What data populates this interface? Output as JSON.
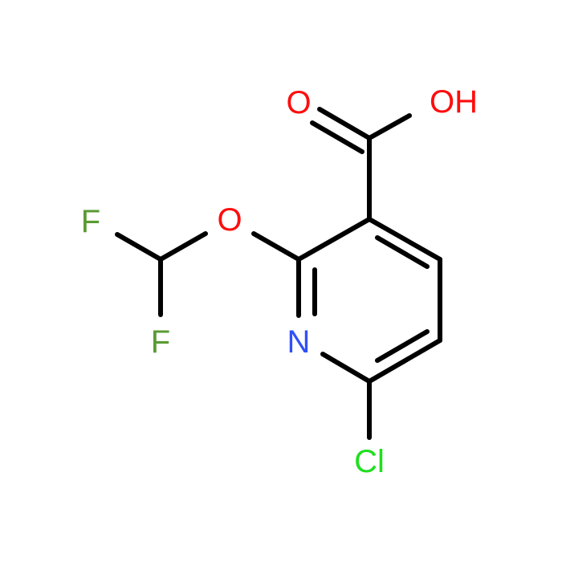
{
  "colors": {
    "bond": "#000000",
    "oxygen": "#ff0d0d",
    "nitrogen": "#3050f8",
    "fluorine": "#5a9a32",
    "chlorine": "#1fdf1f"
  },
  "atoms": {
    "carbonyl_o": {
      "text": "O",
      "element": "oxygen"
    },
    "hydroxyl_oh": {
      "text": "OH",
      "element": "oxygen"
    },
    "ether_o": {
      "text": "O",
      "element": "oxygen"
    },
    "fluorine_1": {
      "text": "F",
      "element": "fluorine"
    },
    "fluorine_2": {
      "text": "F",
      "element": "fluorine"
    },
    "ring_n": {
      "text": "N",
      "element": "nitrogen"
    },
    "chlorine": {
      "text": "Cl",
      "element": "chlorine"
    }
  }
}
